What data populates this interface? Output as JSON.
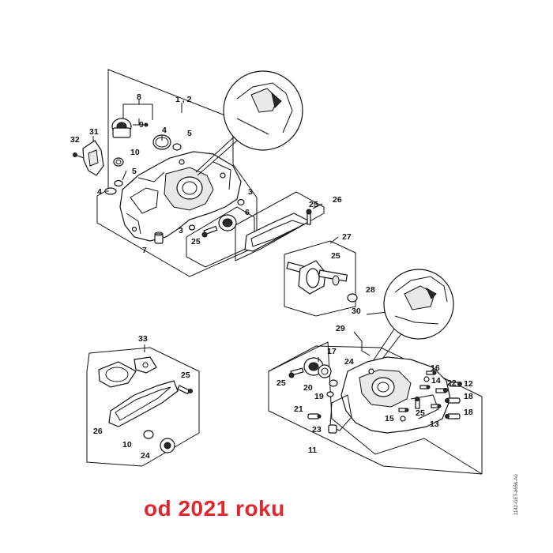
{
  "caption": "od 2021 roku",
  "drawing_code": "1142-GET-0656-A0",
  "callouts": {
    "c1_2": "1 , 2",
    "c8": "8",
    "c9": "9",
    "c4a": "4",
    "c5a": "5",
    "c31": "31",
    "c32": "32",
    "c10a": "10",
    "c5b": "5",
    "c4b": "4",
    "c3a": "3",
    "c6": "6",
    "c3b": "3",
    "c25a": "25",
    "c7": "7",
    "c25b": "25",
    "c26a": "26",
    "c27": "27",
    "c25c": "25",
    "c28": "28",
    "c30": "30",
    "c29": "29",
    "c33": "33",
    "c25d": "25",
    "c26b": "26",
    "c10b": "10",
    "c24a": "24",
    "c17": "17",
    "c24b": "24",
    "c25e": "25",
    "c20": "20",
    "c19": "19",
    "c16": "16",
    "c14": "14",
    "c12": "12",
    "c22": "22",
    "c18a": "18",
    "c18b": "18",
    "c15": "15",
    "c25f": "25",
    "c13": "13",
    "c21": "21",
    "c23": "23",
    "c11": "11"
  }
}
